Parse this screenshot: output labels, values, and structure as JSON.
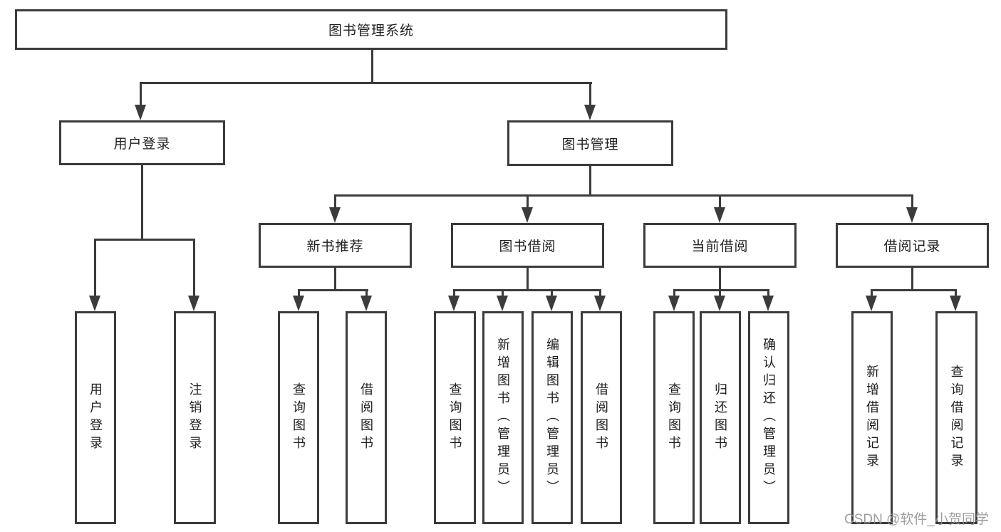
{
  "page": {
    "background_color": "#ffffff",
    "line_color": "#3b3b3b",
    "text_color": "#1e1e1e"
  },
  "diagram": {
    "root": {
      "label": "图书管理系统"
    },
    "branches": [
      {
        "label": "用户登录",
        "children": [
          {
            "label": "用户登录"
          },
          {
            "label": "注销登录"
          }
        ]
      },
      {
        "label": "图书管理",
        "children": [
          {
            "label": "新书推荐",
            "children": [
              {
                "label": "查询图书"
              },
              {
                "label": "借阅图书"
              }
            ]
          },
          {
            "label": "图书借阅",
            "children": [
              {
                "label": "查询图书"
              },
              {
                "label": "新增图书（管理员）"
              },
              {
                "label": "编辑图书（管理员）"
              },
              {
                "label": "借阅图书"
              }
            ]
          },
          {
            "label": "当前借阅",
            "children": [
              {
                "label": "查询图书"
              },
              {
                "label": "归还图书"
              },
              {
                "label": "确认归还（管理员）"
              }
            ]
          },
          {
            "label": "借阅记录",
            "children": [
              {
                "label": "新增借阅记录"
              },
              {
                "label": "查询借阅记录"
              }
            ]
          }
        ]
      }
    ]
  },
  "watermark": {
    "text": "CSDN @软件_小贺同学"
  }
}
